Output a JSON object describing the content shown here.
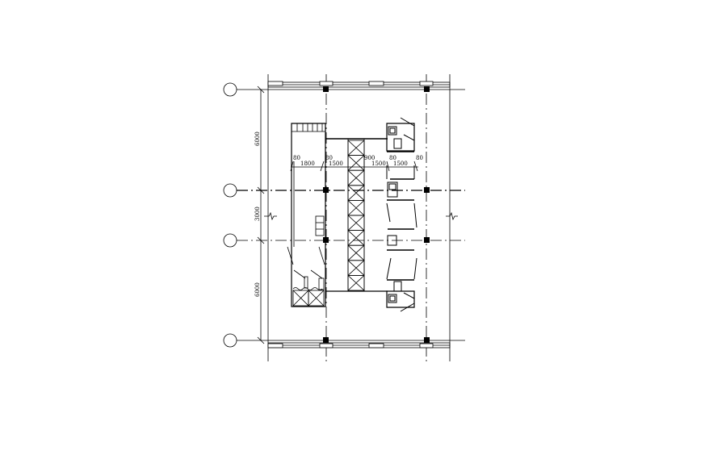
{
  "drawing": {
    "vertical_dimensions": [
      "6000",
      "3000",
      "6000"
    ],
    "top_dimensions": {
      "wall_a": "80",
      "span_a": "1800",
      "wall_b": "80",
      "span_b": "1500",
      "span_c": "900",
      "span_d": "1500",
      "wall_c": "80",
      "span_e": "1500",
      "wall_d": "80"
    }
  },
  "colors": {
    "ink": "#000000",
    "paper": "#ffffff"
  }
}
